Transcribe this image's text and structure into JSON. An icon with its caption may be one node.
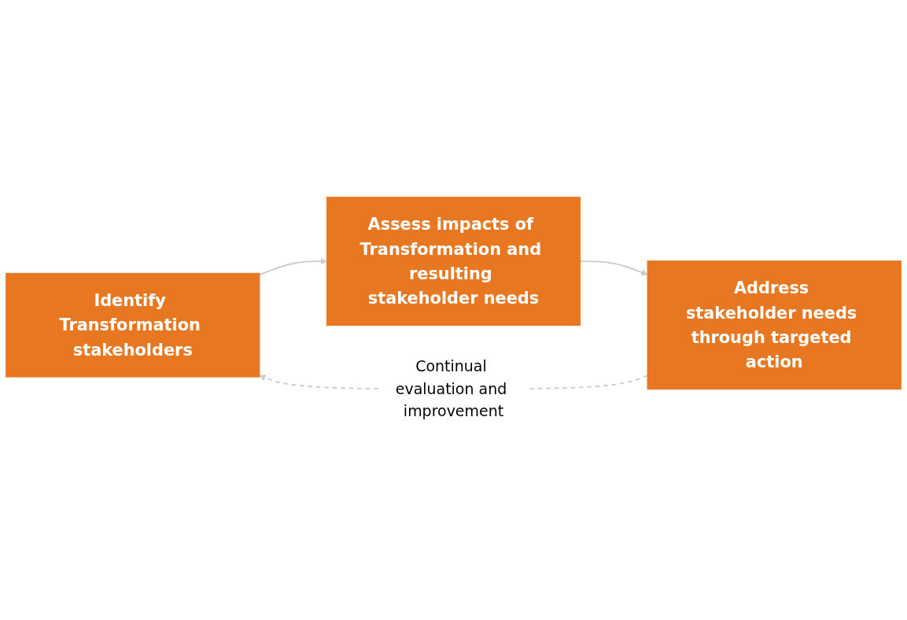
{
  "diagram": {
    "nodes": [
      {
        "text": [
          "Identify Transformation stakeholders"
        ]
      },
      {
        "text": [
          "Assess impacts of Transformation and resulting stakeholder needs"
        ]
      },
      {
        "text": [
          "Address stakeholder needs through targeted action"
        ]
      }
    ],
    "edges": [
      {
        "from": 0,
        "to": 1,
        "arrow": "to"
      },
      {
        "from": 1,
        "to": 2,
        "arrow": "to"
      },
      {
        "from": 2,
        "to": 0,
        "arrow": "to",
        "style": "dashed",
        "label": "Continual evaluation and improvement"
      }
    ]
  }
}
